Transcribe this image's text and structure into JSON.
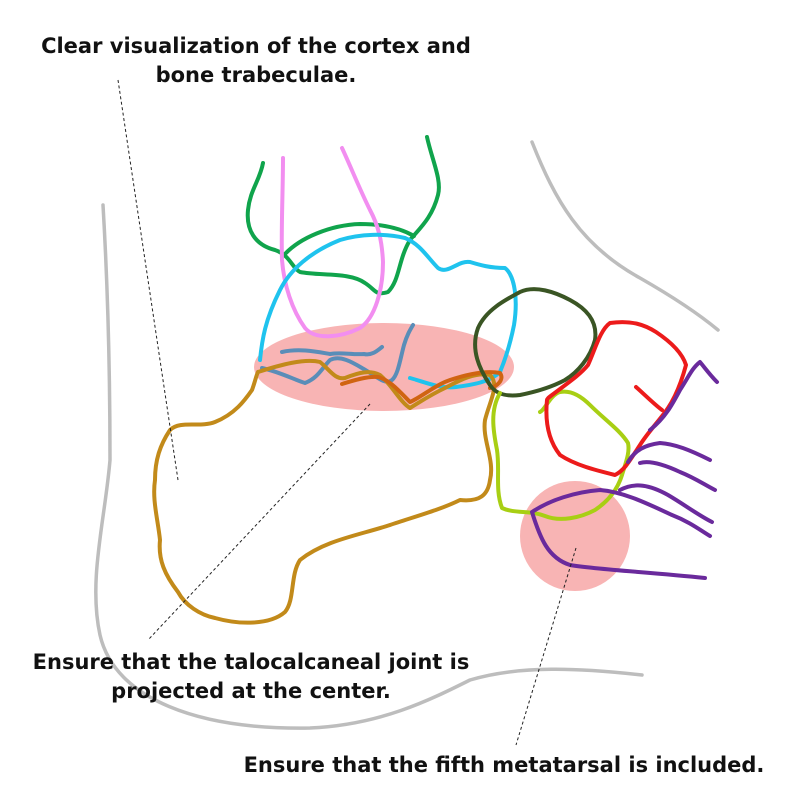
{
  "annotations": {
    "cortex": {
      "line1": "Clear visualization of the cortex and",
      "line2": "bone trabeculae."
    },
    "joint": {
      "line1": "Ensure that the talocalcaneal joint is",
      "line2": "projected at the center."
    },
    "metatarsal": {
      "line1": "Ensure that the fifth metatarsal is included."
    }
  },
  "colors": {
    "skin_outline": "#bdbdbd",
    "highlight": "#f48c8c",
    "calcaneus": "#c28a1a",
    "talus": "#1fc3ee",
    "tibia": "#10a44c",
    "fibula": "#f28ef0",
    "subtalar_joint": "#5a8db8",
    "navicular": "#3a5524",
    "cuboid": "#a8cf14",
    "cuneiforms": "#ec1b1b",
    "metatarsals": "#6a2a9c",
    "calcaneal_joint_line": "#d06412"
  }
}
